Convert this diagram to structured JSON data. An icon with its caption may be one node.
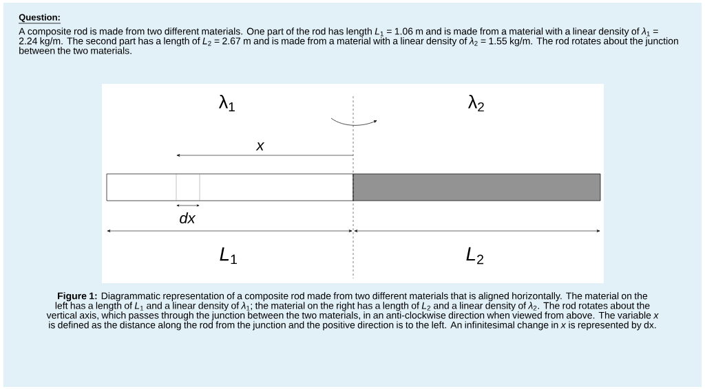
{
  "diagram": {
    "title": "Question:",
    "labels": [
      "A composite rod is made from two different materials. One part of the rod has length *L*$_{1}$ = 1.06 m and is made from a material with a linear density of *λ*$_{1}$ = 2.24 kg/m. The second part has a length of *L*$_{2}$ = 2.67 m and is made from a material with a linear density of *λ*$_{2}$ = 1.55 kg/m. The rod rotates about the junction between the two materials.",
      "λ$_{1}$",
      "λ$_{2}$",
      "x",
      "dx",
      "*L*$_{1}$",
      "*L*$_{2}$"
    ],
    "caption": "**Figure 1:** Diagrammatic representation of a composite rod made from two different materials that is aligned horizontally. The material on the left has a length of *L*$_{1}$ and a linear density of *λ*$_{1}$; the material on the right has a length of *L*$_{2}$ and a linear density of *λ*$_{2}$. The rod rotates about the vertical axis, which passes through the junction between the two materials, in an anti-clockwise direction when viewed from above. The variable *x* is defined as the distance along the rod from the junction and the positive direction is to the left. An infinitesimal change in *x* is represented by dx."
  }
}
